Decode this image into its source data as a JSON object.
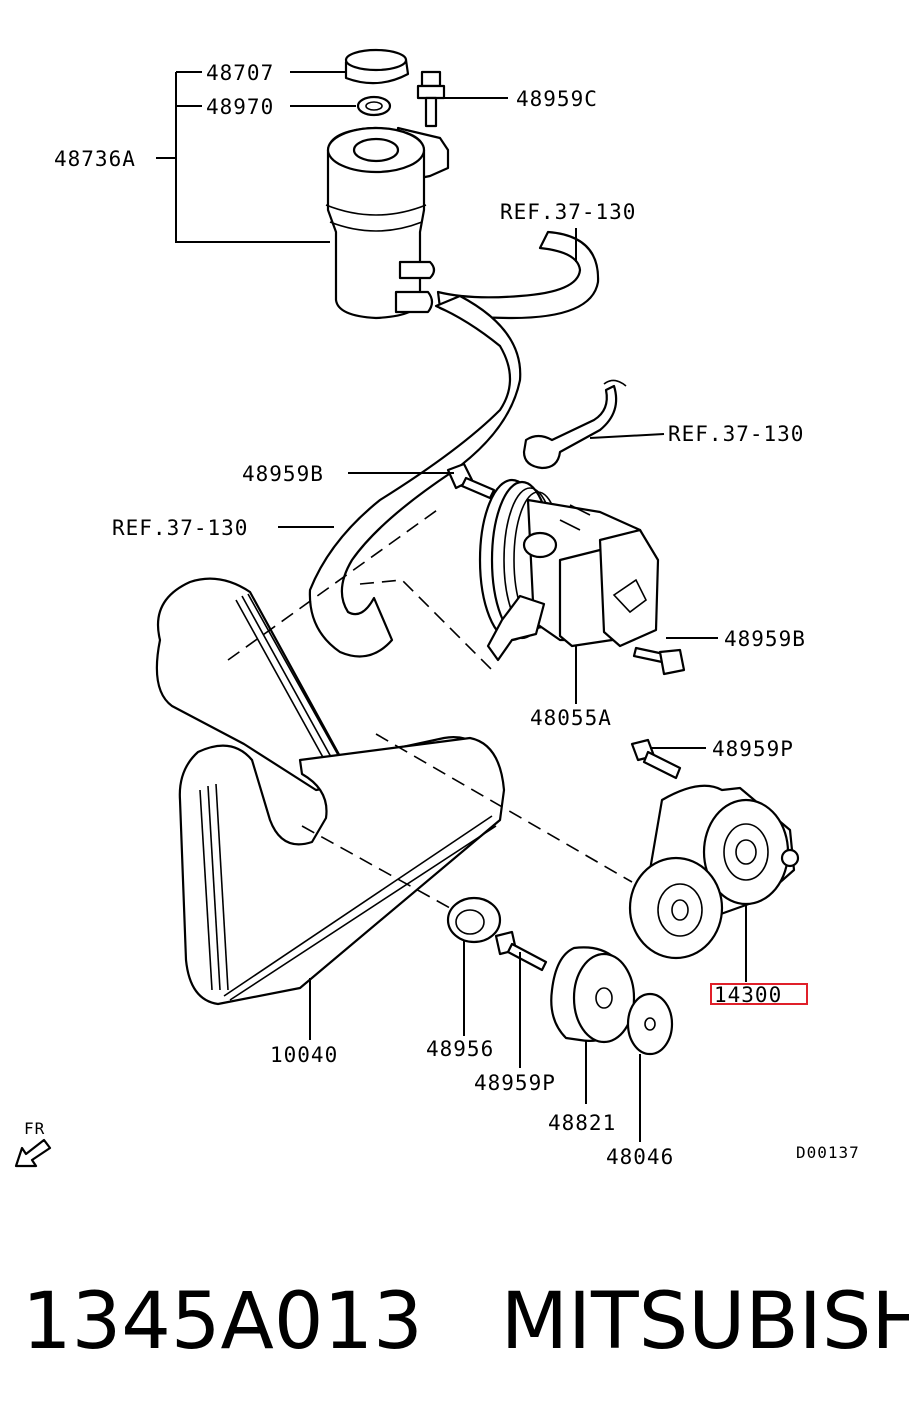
{
  "labels": {
    "l48707": "48707",
    "l48970": "48970",
    "l48736A": "48736A",
    "l48959C": "48959C",
    "ref1": "REF.37-130",
    "ref2": "REF.37-130",
    "ref3": "REF.37-130",
    "l48959B_top": "48959B",
    "l48959B_right": "48959B",
    "l48055A": "48055A",
    "l48959P_top": "48959P",
    "l14300": "14300",
    "l10040": "10040",
    "l48956": "48956",
    "l48959P_bottom": "48959P",
    "l48821": "48821",
    "l48046": "48046",
    "fr": "FR",
    "diagram_id": "D00137"
  },
  "caption": {
    "part_number": "1345A013",
    "brand": "MITSUBISHI"
  },
  "colors": {
    "highlight": "#e0202a",
    "ink": "#000000"
  }
}
